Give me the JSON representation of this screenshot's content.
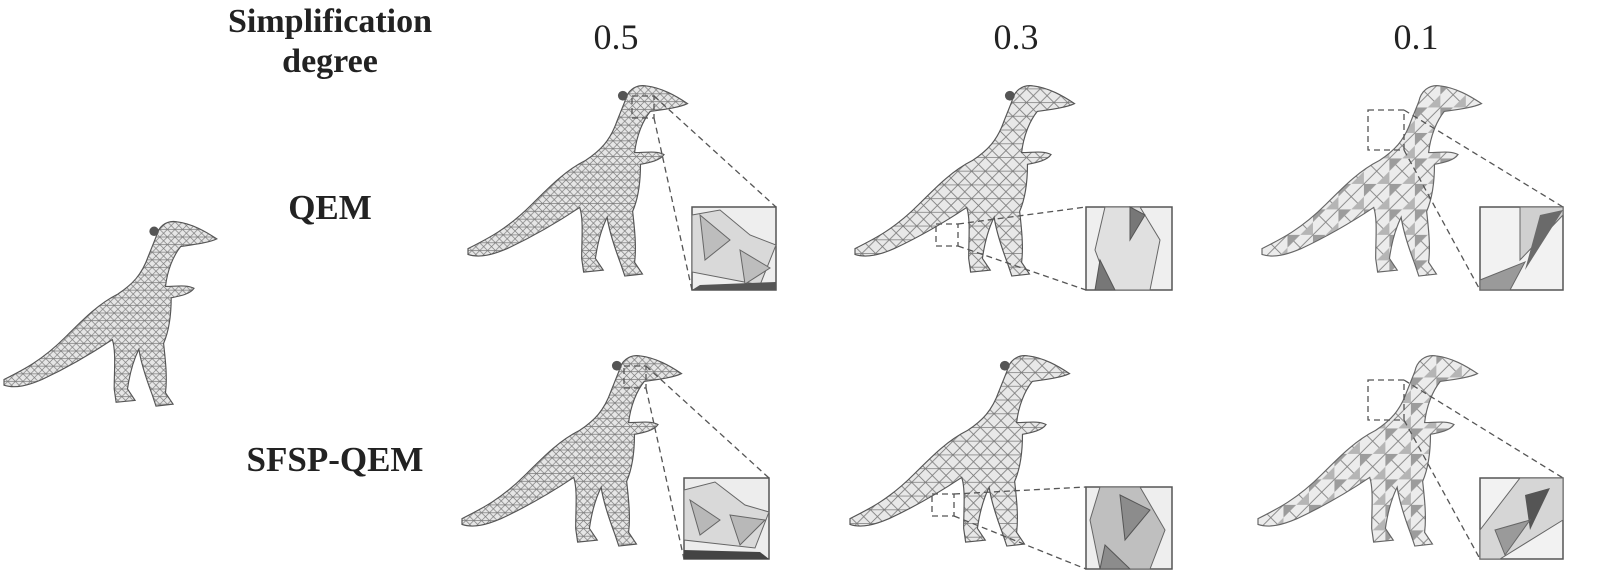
{
  "header": {
    "title_line1": "Simplification",
    "title_line2": "degree"
  },
  "degrees": [
    "0.5",
    "0.3",
    "0.1"
  ],
  "methods": [
    "QEM",
    "SFSP-QEM"
  ],
  "colors": {
    "mesh_fill": "#e2e2e2",
    "mesh_stroke": "#6e6e6e",
    "dark_facet": "#5a5a5a",
    "zoom_frame": "#555555"
  }
}
